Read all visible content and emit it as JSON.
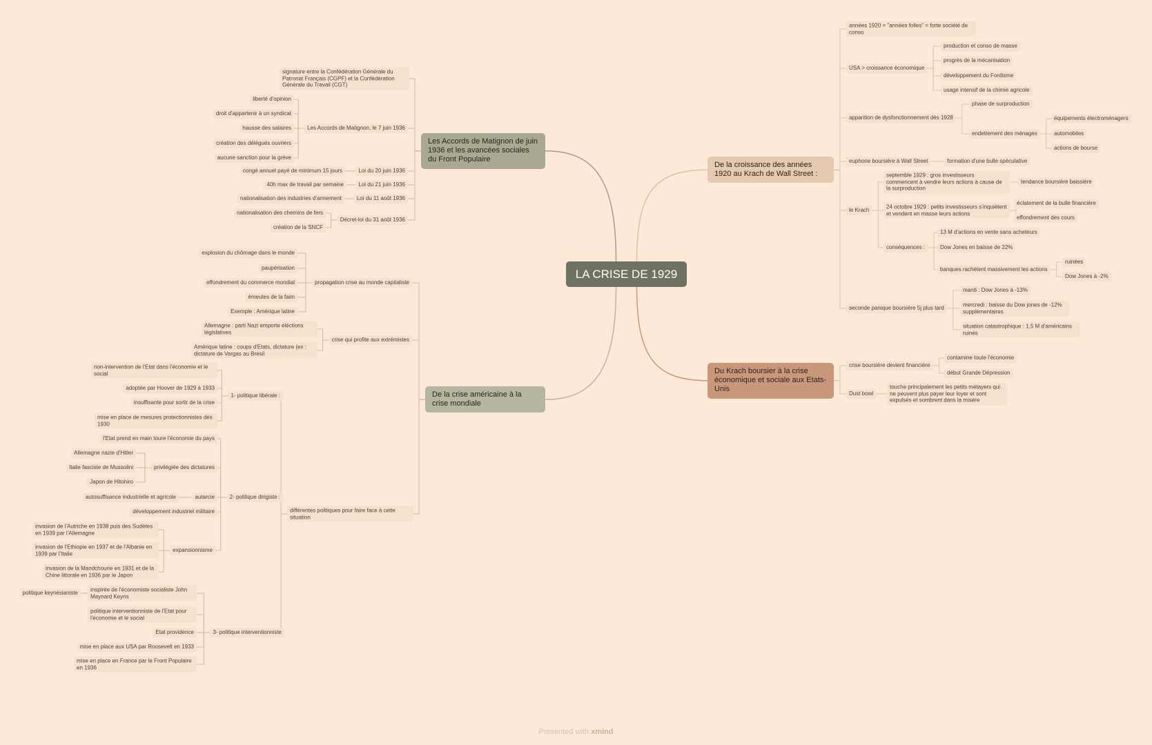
{
  "title": "LA CRISE DE 1929",
  "footer": {
    "prefix": "Presented with",
    "brand": "xmind"
  },
  "colors": {
    "background": "#fde9d8",
    "center": "#6f7262",
    "topic_matignon": "#a9a892",
    "topic_mondiale": "#b5b5a0",
    "topic_croissance": "#e5c9b0",
    "topic_krach": "#c9977a",
    "node": "#f6e1ce"
  },
  "matignon": {
    "label": "Les Accords de Matignon de juin 1936 et les avancées sociales du Front Populaire",
    "items": [
      {
        "label": "signature entre la Confédération Générale du Patronat Français (CGPF) et la Confédération Générale du Travail (CGT)"
      },
      {
        "label": "Les Accords de Matignon, le 7 juin 1936",
        "children": [
          {
            "label": "liberté d'opinion"
          },
          {
            "label": "droit d'appartenir à un syndicat"
          },
          {
            "label": "hausse des salaires"
          },
          {
            "label": "création des délégués ouvriers"
          },
          {
            "label": "aucune sanction pour la grève"
          }
        ]
      },
      {
        "label": "Loi du 20 juin 1936",
        "children": [
          {
            "label": "congé annuel payé de minimum 15 jours"
          }
        ]
      },
      {
        "label": "Loi du 21 juin 1936",
        "children": [
          {
            "label": "40h max de travail par semaine"
          }
        ]
      },
      {
        "label": "Loi du 11 août 1936",
        "children": [
          {
            "label": "nationalisation des industries d'armement"
          }
        ]
      },
      {
        "label": "Décret-loi du 31 août 1936",
        "children": [
          {
            "label": "nationalisation des chemins de fers"
          },
          {
            "label": "création de la SNCF"
          }
        ]
      }
    ]
  },
  "mondiale": {
    "label": "De la crise américaine à la crise mondiale",
    "items": [
      {
        "label": "propagation crise au monde capitaliste",
        "children": [
          {
            "label": "explosion du chômage dans le monde"
          },
          {
            "label": "paupérisation"
          },
          {
            "label": "effondrement du commerce mondial"
          },
          {
            "label": "émeutes de la faim"
          },
          {
            "label": "Exemple : Amérique latine"
          }
        ]
      },
      {
        "label": "crise qui profite aux extrémistes",
        "children": [
          {
            "label": "Allemagne : parti Nazi emporte éléctions législatives"
          },
          {
            "label": "Amérique latine : coups d'Etats, dictature (ex : dictature de Vargas au Brésil"
          }
        ]
      },
      {
        "label": "différentes politiques pour faire face à cette situation",
        "children": [
          {
            "label": "1- politique libérale :",
            "children": [
              {
                "label": "non-intervention de l'Etat dans l'économie et le social"
              },
              {
                "label": "adoptée par Hoover de 1929 à 1933"
              },
              {
                "label": "insuffisante pour sortir de la crise"
              },
              {
                "label": "mise en place de mesures protectionnistes dès 1930"
              }
            ]
          },
          {
            "label": "2- politique dirigiste :",
            "children": [
              {
                "label": "l'Etat prend en main toure l'économie du pays"
              },
              {
                "label": "privilégiée des dictatures",
                "children": [
                  {
                    "label": "Allemagne nazie d'Hitler"
                  },
                  {
                    "label": "Italie fasciste de Mussolini"
                  },
                  {
                    "label": "Japon de Hitohiro"
                  }
                ]
              },
              {
                "label": "autarcie",
                "children": [
                  {
                    "label": "autosuffisance industrielle et agricole"
                  }
                ]
              },
              {
                "label": "développement industriel militaire"
              },
              {
                "label": "expansionnisme",
                "children": [
                  {
                    "label": "invasion de l'Autriche en 1938 puis des Sudètes en 1939 par l'Allemagne"
                  },
                  {
                    "label": "invasion de l'Ethiopie en 1937 et de l'Albanie en 1939 par l'Italie"
                  },
                  {
                    "label": "invasion de la Mandchourie en 1931 et de la Chine littorale en 1936 par le Japon"
                  }
                ]
              }
            ]
          },
          {
            "label": "3- politique interventionniste",
            "children": [
              {
                "label": "inspirée de l'économiste socialiste John Maynard Keyns",
                "children": [
                  {
                    "label": "politique keynésianiste"
                  }
                ]
              },
              {
                "label": "politique interventionniste de l'Etat pour l'économie et le social"
              },
              {
                "label": "Etat providence"
              },
              {
                "label": "mise en place aux USA par Roosevelt en 1933"
              },
              {
                "label": "mise en place en France par le Front Populaire en 1936"
              }
            ]
          }
        ]
      }
    ]
  },
  "croissance": {
    "label": "De la croissance des années 1920 au Krach de Wall Street :",
    "items": [
      {
        "label": "années 1920 = \"années folles\" = forte société de conso"
      },
      {
        "label": "USA > croissance économique",
        "children": [
          {
            "label": "production et conso de masse"
          },
          {
            "label": "progrès de la mécanisation"
          },
          {
            "label": "développement du Fordisme"
          },
          {
            "label": "usage intensif de la chimie agricole"
          }
        ]
      },
      {
        "label": "apparition de dysfonctionnement dès 1928",
        "children": [
          {
            "label": "phase de surproduction"
          },
          {
            "label": "endettement des ménages",
            "children": [
              {
                "label": "équipements électroménagers"
              },
              {
                "label": "automobiles"
              },
              {
                "label": "actions de bourse"
              }
            ]
          }
        ]
      },
      {
        "label": "euphorie boursière à Wall Street",
        "children": [
          {
            "label": "formation d'une bulle spéculative"
          }
        ]
      },
      {
        "label": "le Krach",
        "children": [
          {
            "label": "septemble 1929 : gros investisseurs commencent à vendre leurs actions à cause de la surproduction",
            "children": [
              {
                "label": "tendance boursière baissière"
              }
            ]
          },
          {
            "label": "24 octobre 1929 : petits investisseurs s'inquiètent et vendent en masse leurs actions",
            "children": [
              {
                "label": "éclatement de la bulle financière"
              },
              {
                "label": "effondrement des cours"
              }
            ]
          },
          {
            "label": "conséquences :",
            "children": [
              {
                "label": "13 M d'actions en vente sans acheteurs"
              },
              {
                "label": "Dow Jones en baisse de 22%"
              },
              {
                "label": "banques rachètent massivement les actions",
                "children": [
                  {
                    "label": "ruinées"
                  },
                  {
                    "label": "Dow Jones à -2%"
                  }
                ]
              }
            ]
          }
        ]
      },
      {
        "label": "seconde panique boursière 5j plus tard",
        "children": [
          {
            "label": "mardi : Dow Jones à -13%"
          },
          {
            "label": "mercredi : baisse du Dow jones de -12% supplémentaires"
          },
          {
            "label": "situation catastrophique : 1,5 M d'américains ruinés"
          }
        ]
      }
    ]
  },
  "krach": {
    "label": "Du Krach boursier à la crise économique et sociale aux Etats-Unis",
    "items": [
      {
        "label": "crise boursière devient financière",
        "children": [
          {
            "label": "contamine toute l'économie"
          },
          {
            "label": "début Grande Dépression"
          }
        ]
      },
      {
        "label": "Dust bowl",
        "children": [
          {
            "label": "touche principalement les petits métayers qui ne peuvent plus payer leur loyer et sont expulsés et sombrent dans la misère"
          }
        ]
      }
    ]
  }
}
